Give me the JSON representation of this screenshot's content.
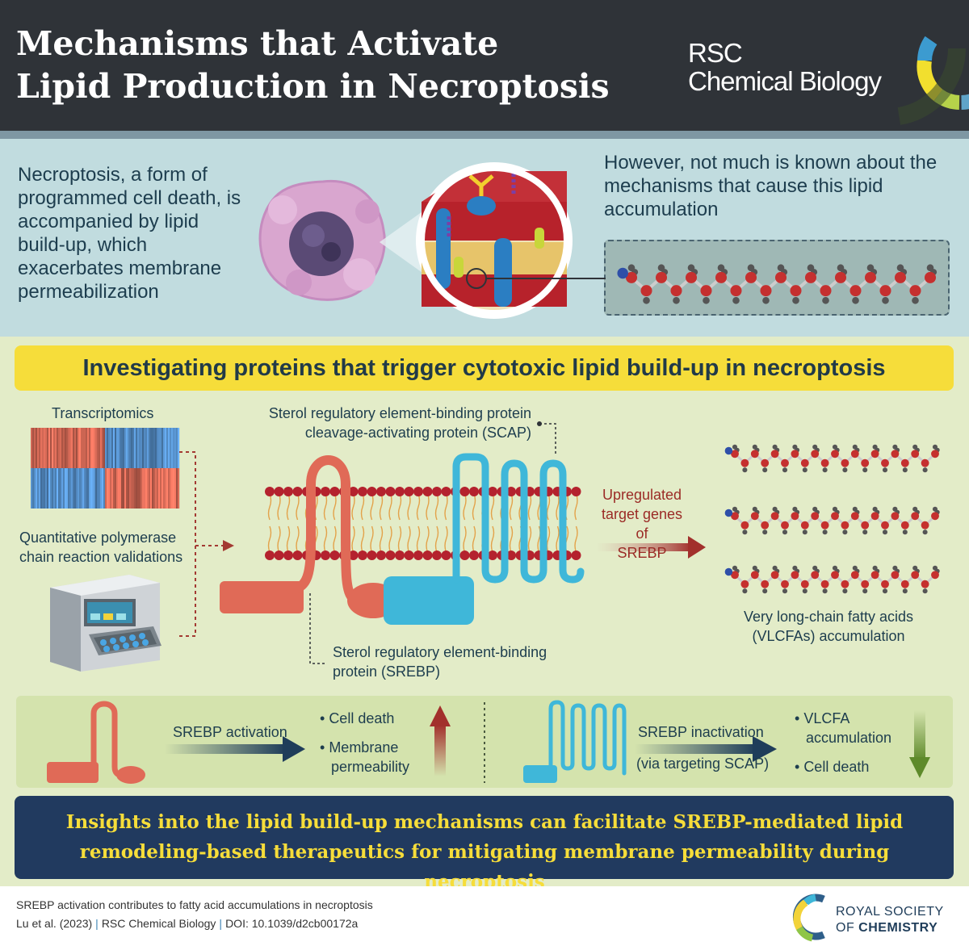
{
  "header": {
    "title_line1": "Mechanisms that Activate",
    "title_line2": "Lipid Production in Necroptosis",
    "journal_line1": "RSC",
    "journal_line2": "Chemical Biology"
  },
  "intro": {
    "left_text": "Necroptosis, a form of programmed cell death, is accompanied by lipid build-up, which exacerbates membrane permeabilization",
    "right_text": "However, not much is known about the mechanisms that cause this lipid accumulation"
  },
  "band_title": "Investigating proteins that trigger cytotoxic lipid build-up in necroptosis",
  "methods": {
    "transcriptomics": "Transcriptomics",
    "qpcr_line1": "Quantitative polymerase",
    "qpcr_line2": "chain reaction validations"
  },
  "scap_label_line1": "Sterol regulatory element-binding protein",
  "scap_label_line2": "cleavage-activating protein (SCAP)",
  "srebp_label_line1": "Sterol regulatory element-binding",
  "srebp_label_line2": "protein (SREBP)",
  "arrow_label_line1": "Upregulated",
  "arrow_label_line2": "target genes of",
  "arrow_label_line3": "SREBP",
  "vlcfa_line1": "Very long-chain fatty acids",
  "vlcfa_line2": "(VLCFAs) accumulation",
  "compare": {
    "left_arrow": "SREBP activation",
    "left_items": [
      "Cell death",
      "Membrane",
      "permeability"
    ],
    "right_arrow_line1": "SREBP inactivation",
    "right_arrow_line2": "(via targeting SCAP)",
    "right_items": [
      "VLCFA",
      "accumulation",
      "Cell death"
    ]
  },
  "insight_line1": "Insights into the lipid build-up mechanisms can facilitate SREBP-mediated lipid",
  "insight_line2": "remodeling-based therapeutics for mitigating membrane permeability during necroptosis",
  "footer": {
    "line1": "SREBP activation contributes to fatty acid accumulations in necroptosis",
    "citation": "Lu et al. (2023)",
    "journal": "RSC Chemical Biology",
    "doi": "DOI: 10.1039/d2cb00172a",
    "rsc_line1": "ROYAL SOCIETY",
    "rsc_line2_prefix": "OF ",
    "rsc_line2_bold": "CHEMISTRY"
  },
  "colors": {
    "header_bg": "#2f3338",
    "srebp": "#e06a57",
    "scap": "#3fb7d9",
    "accent_yellow": "#f6dd3a",
    "insight_bg": "#213a5f"
  }
}
